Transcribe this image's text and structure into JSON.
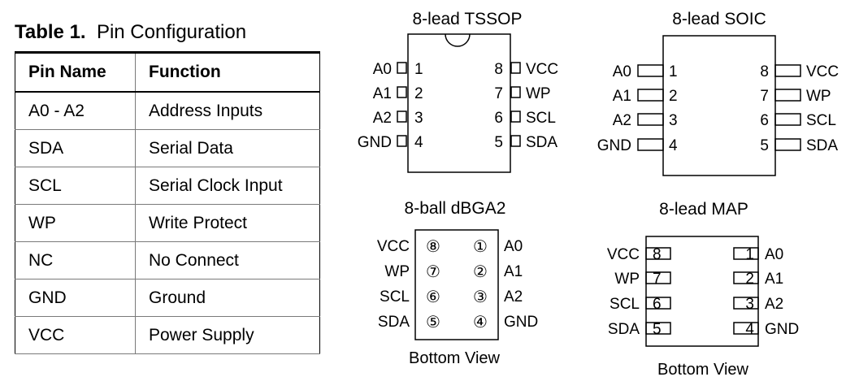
{
  "table": {
    "caption_number": "Table 1.",
    "caption_text": "Pin Configuration",
    "headers": [
      "Pin Name",
      "Function"
    ],
    "rows": [
      [
        "A0 - A2",
        "Address Inputs"
      ],
      [
        "SDA",
        "Serial Data"
      ],
      [
        "SCL",
        "Serial Clock Input"
      ],
      [
        "WP",
        "Write Protect"
      ],
      [
        "NC",
        "No Connect"
      ],
      [
        "GND",
        "Ground"
      ],
      [
        "VCC",
        "Power Supply"
      ]
    ]
  },
  "packages": {
    "tssop": {
      "title": "8-lead TSSOP",
      "left_pins": [
        {
          "name": "A0",
          "num": "1"
        },
        {
          "name": "A1",
          "num": "2"
        },
        {
          "name": "A2",
          "num": "3"
        },
        {
          "name": "GND",
          "num": "4"
        }
      ],
      "right_pins": [
        {
          "name": "VCC",
          "num": "8"
        },
        {
          "name": "WP",
          "num": "7"
        },
        {
          "name": "SCL",
          "num": "6"
        },
        {
          "name": "SDA",
          "num": "5"
        }
      ]
    },
    "soic": {
      "title": "8-lead SOIC",
      "left_pins": [
        {
          "name": "A0",
          "num": "1"
        },
        {
          "name": "A1",
          "num": "2"
        },
        {
          "name": "A2",
          "num": "3"
        },
        {
          "name": "GND",
          "num": "4"
        }
      ],
      "right_pins": [
        {
          "name": "VCC",
          "num": "8"
        },
        {
          "name": "WP",
          "num": "7"
        },
        {
          "name": "SCL",
          "num": "6"
        },
        {
          "name": "SDA",
          "num": "5"
        }
      ]
    },
    "dbga": {
      "title": "8-ball dBGA2",
      "subtitle": "Bottom View",
      "left": [
        {
          "name": "VCC",
          "ball": "⑧"
        },
        {
          "name": "WP",
          "ball": "⑦"
        },
        {
          "name": "SCL",
          "ball": "⑥"
        },
        {
          "name": "SDA",
          "ball": "⑤"
        }
      ],
      "right": [
        {
          "name": "A0",
          "ball": "①"
        },
        {
          "name": "A1",
          "ball": "②"
        },
        {
          "name": "A2",
          "ball": "③"
        },
        {
          "name": "GND",
          "ball": "④"
        }
      ]
    },
    "map": {
      "title": "8-lead MAP",
      "subtitle": "Bottom View",
      "left": [
        {
          "name": "VCC",
          "num": "8"
        },
        {
          "name": "WP",
          "num": "7"
        },
        {
          "name": "SCL",
          "num": "6"
        },
        {
          "name": "SDA",
          "num": "5"
        }
      ],
      "right": [
        {
          "name": "A0",
          "num": "1"
        },
        {
          "name": "A1",
          "num": "2"
        },
        {
          "name": "A2",
          "num": "3"
        },
        {
          "name": "GND",
          "num": "4"
        }
      ]
    }
  }
}
